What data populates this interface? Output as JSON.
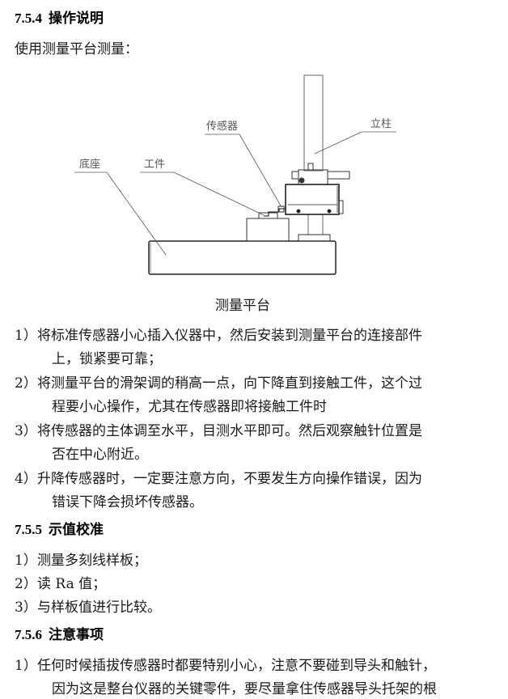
{
  "sections": {
    "s754": {
      "number": "7.5.4",
      "title": "操作说明",
      "intro": "使用测量平台测量："
    },
    "s755": {
      "number": "7.5.5",
      "title": "示值校准"
    },
    "s756": {
      "number": "7.5.6",
      "title": "注意事项"
    }
  },
  "figure": {
    "caption": "测量平台",
    "labels": {
      "base": "底座",
      "workpiece": "工件",
      "sensor": "传感器",
      "column": "立柱"
    }
  },
  "steps_754": [
    {
      "n": "1）",
      "line1": "将标准传感器小心插入仪器中，然后安装到测量平台的连接部件",
      "line2": "上，锁紧要可靠；"
    },
    {
      "n": "2）",
      "line1": "将测量平台的滑架调的稍高一点，向下降直到接触工件，这个过",
      "line2": "程要小心操作，尤其在传感器即将接触工件时"
    },
    {
      "n": "3）",
      "line1": "将传感器的主体调至水平，目测水平即可。然后观察触针位置是",
      "line2": "否在中心附近。"
    },
    {
      "n": "4）",
      "line1": "升降传感器时，一定要注意方向，不要发生方向操作错误，因为",
      "line2": "错误下降会损坏传感器。"
    }
  ],
  "steps_755": [
    {
      "n": "1）",
      "text": "测量多刻线样板；"
    },
    {
      "n": "2）",
      "text": "读 Ra 值；"
    },
    {
      "n": "3）",
      "text": "与样板值进行比较。"
    }
  ],
  "steps_756": [
    {
      "n": "1）",
      "line1": "任何时候插拔传感器时都要特别小心，注意不要碰到导头和触针，",
      "line2": "因为这是整台仪器的关键零件，要尽量拿住传感器导头托架的根"
    }
  ]
}
